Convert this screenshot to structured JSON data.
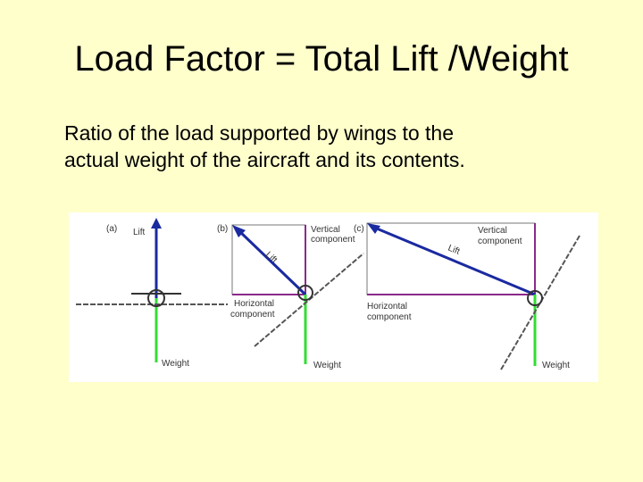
{
  "slide": {
    "title": "Load Factor = Total Lift /Weight",
    "body_line1": "Ratio of the load supported by wings to the",
    "body_line2": "actual weight of the aircraft and its contents."
  },
  "figure": {
    "panel_a": {
      "tag": "(a)",
      "lift": "Lift",
      "weight": "Weight"
    },
    "panel_b": {
      "tag": "(b)",
      "vertical_1": "Vertical",
      "vertical_2": "component",
      "lift": "Lift",
      "horizontal_1": "Horizontal",
      "horizontal_2": "component",
      "weight": "Weight"
    },
    "panel_c": {
      "tag": "(c)",
      "vertical_1": "Vertical",
      "vertical_2": "component",
      "lift": "Lift",
      "horizontal_1": "Horizontal",
      "horizontal_2": "component",
      "weight": "Weight"
    },
    "colors": {
      "lift": "#1a2aa0",
      "vertical": "#8a2a8a",
      "weight": "#33dd33",
      "aircraft": "#444444"
    }
  }
}
